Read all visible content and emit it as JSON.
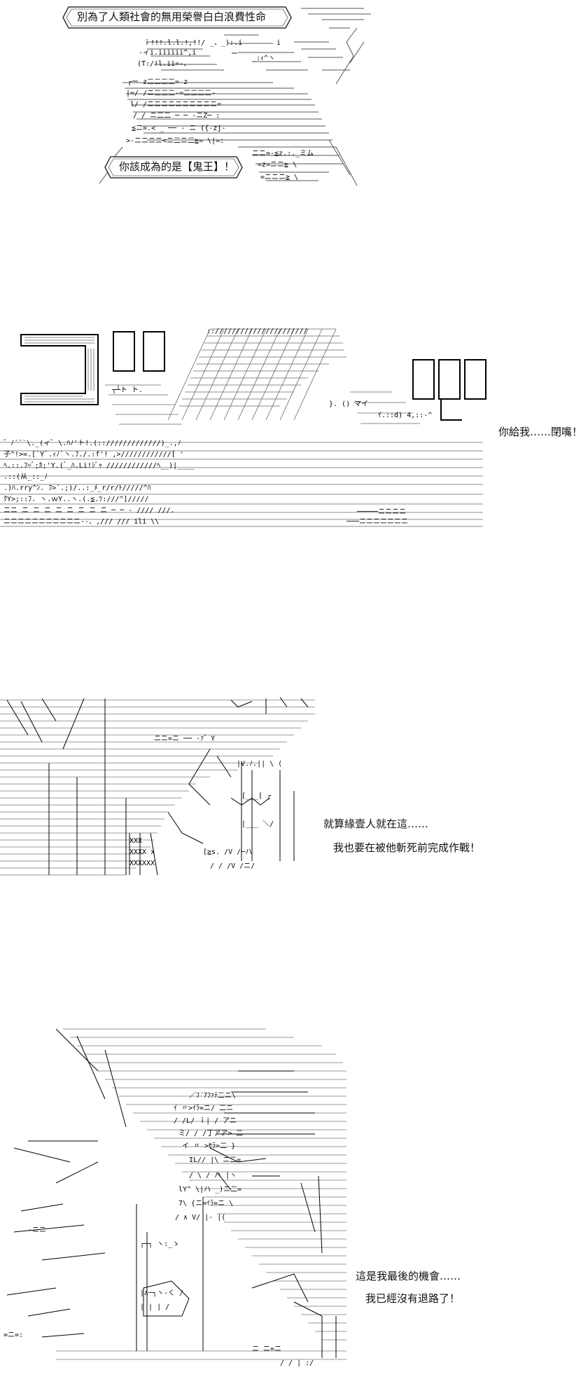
{
  "panels": [
    {
      "bubbles": [
        "別為了人類社會的無用榮譽白白浪費性命",
        "你該成為的是【鬼王】！"
      ],
      "dialogue": []
    },
    {
      "bubbles": [],
      "dialogue": [
        "你給我……閉嘴！"
      ]
    },
    {
      "bubbles": [],
      "dialogue": [
        "就算緣壹人就在這……",
        "我也要在被他斬死前完成作戰！"
      ]
    },
    {
      "bubbles": [],
      "dialogue": [
        "這是我最後的機會……",
        "我已經沒有退路了！"
      ]
    }
  ],
  "colors": {
    "ink": "#000000",
    "background": "#ffffff"
  }
}
